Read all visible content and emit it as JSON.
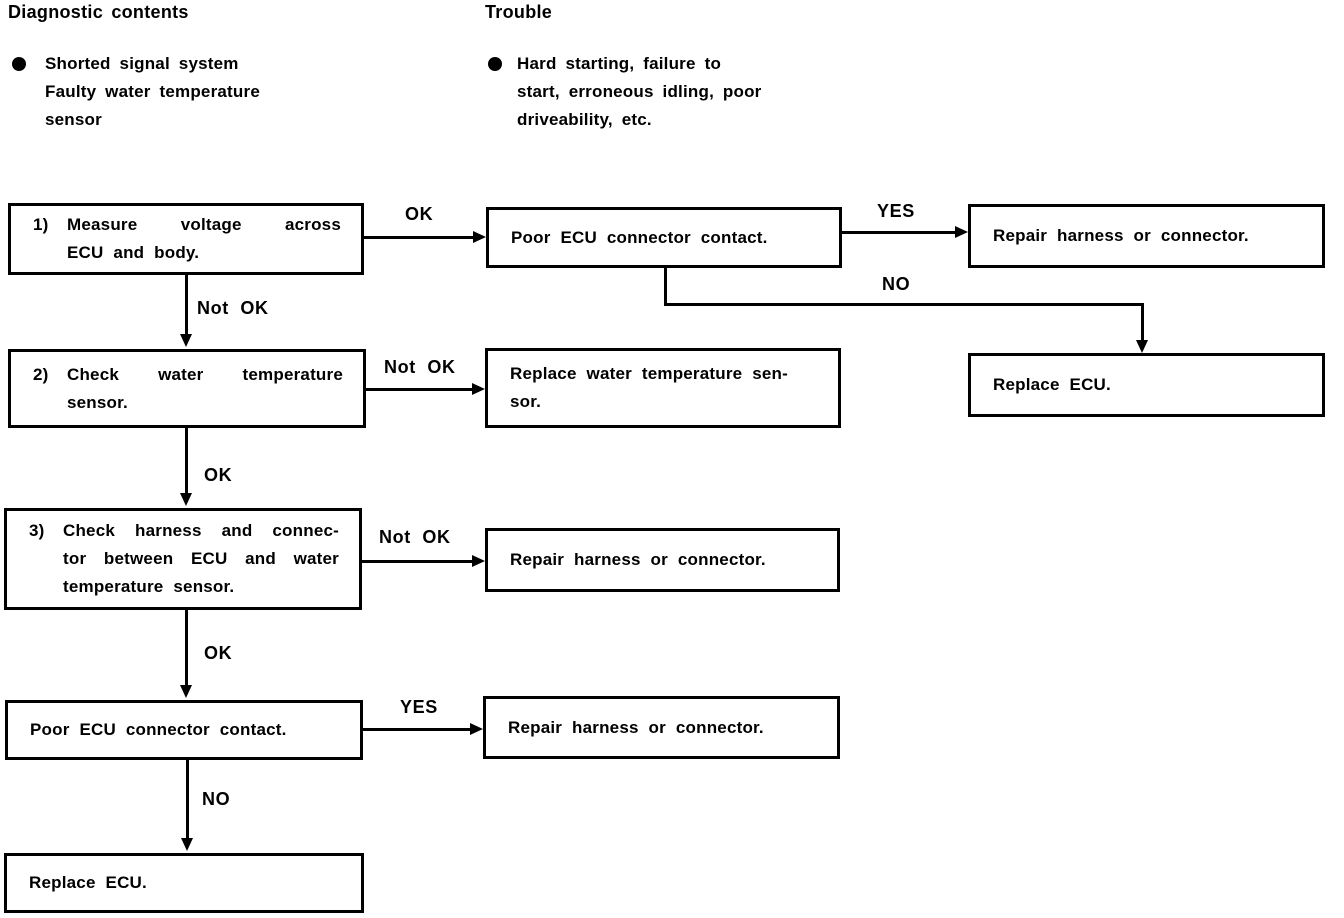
{
  "sections": {
    "diagnostic": {
      "title": "Diagnostic contents",
      "lines": [
        "Shorted signal system",
        "Faulty water temperature",
        "sensor"
      ]
    },
    "trouble": {
      "title": "Trouble",
      "lines": [
        "Hard starting, failure to",
        "start, erroneous idling, poor",
        "driveability, etc."
      ]
    }
  },
  "flowchart": {
    "nodes": {
      "step1": {
        "num": "1)",
        "lines": [
          "Measure voltage across",
          "ECU and body."
        ]
      },
      "poor_ecu_top": {
        "lines": [
          "Poor ECU connector contact."
        ]
      },
      "repair_top": {
        "lines": [
          "Repair harness or connector."
        ]
      },
      "replace_ecu_top": {
        "lines": [
          "Replace ECU."
        ]
      },
      "step2": {
        "num": "2)",
        "lines": [
          "Check water temperature",
          "sensor."
        ]
      },
      "replace_water_sensor": {
        "lines": [
          "Replace water temperature sen-",
          "sor."
        ]
      },
      "step3": {
        "num": "3)",
        "lines": [
          "Check harness and connec-",
          "tor between ECU and water",
          "temperature sensor."
        ]
      },
      "repair_mid": {
        "lines": [
          "Repair harness or connector."
        ]
      },
      "poor_ecu_bottom": {
        "lines": [
          "Poor ECU connector contact."
        ]
      },
      "repair_bottom": {
        "lines": [
          "Repair harness or connector."
        ]
      },
      "replace_ecu_bottom": {
        "lines": [
          "Replace ECU."
        ]
      }
    },
    "labels": {
      "ok1": "OK",
      "yes1": "YES",
      "no1": "NO",
      "not_ok1": "Not OK",
      "not_ok2": "Not OK",
      "ok2": "OK",
      "not_ok3": "Not OK",
      "ok3": "OK",
      "yes2": "YES",
      "no2": "NO"
    },
    "ink_color": "#000000",
    "background_color": "#ffffff"
  }
}
